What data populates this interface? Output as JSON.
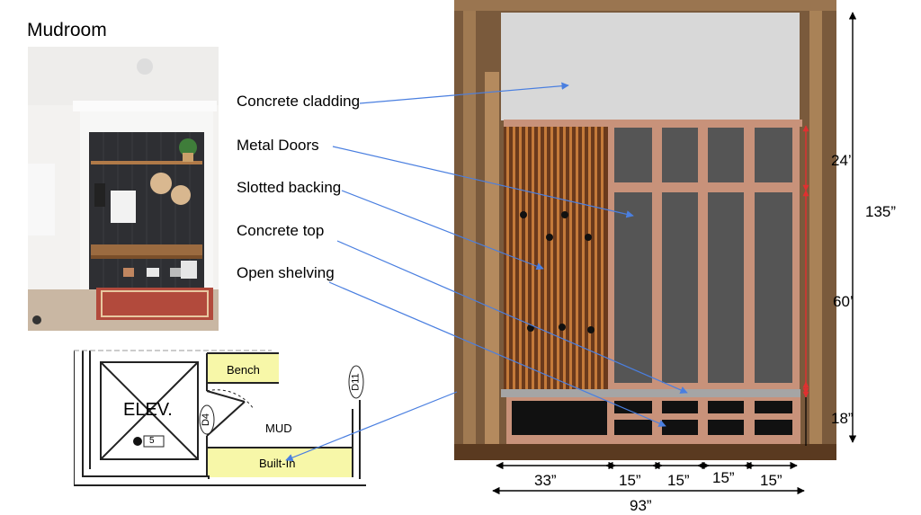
{
  "title": "Mudroom",
  "callouts": [
    "Concrete cladding",
    "Metal Doors",
    "Slotted backing",
    "Concrete top",
    "Open shelving"
  ],
  "floor_plan": {
    "elevator": "ELEV.",
    "elevator_number": "5",
    "door_d4": "D4",
    "door_d11": "D11",
    "bench": "Bench",
    "mud": "MUD",
    "built_in": "Built-In"
  },
  "dimensions": {
    "vertical": [
      "24’",
      "60’",
      "18”"
    ],
    "total_height": "135”",
    "horizontal": [
      "33”",
      "15”",
      "15”",
      "15”",
      "15”"
    ],
    "total_width": "93”"
  },
  "colors": {
    "arrow": "#4a7fe0",
    "dimension_red": "#e03030",
    "frame": "#c8927a",
    "door": "#555555",
    "slat_dark": "#6b3a1c",
    "slat_light": "#c47a3a",
    "cladding": "#d8d8d8",
    "plan_highlight": "#f7f7a8"
  }
}
